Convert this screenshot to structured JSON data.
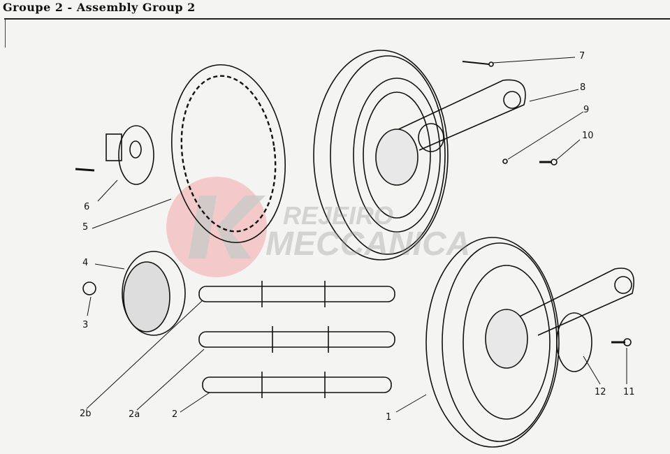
{
  "header": {
    "title": "Groupe 2  -  Assembly Group 2"
  },
  "watermark": {
    "line1": "REJEIRO",
    "line2": "MECCANICA"
  },
  "callouts": [
    "1",
    "2",
    "2a",
    "2b",
    "3",
    "4",
    "5",
    "6",
    "7",
    "8",
    "9",
    "10",
    "11",
    "12"
  ],
  "colors": {
    "ink": "#111111",
    "paper": "#f4f4f2",
    "watermark_red": "#f2b8b8",
    "watermark_gray": "#bdbdbd"
  }
}
